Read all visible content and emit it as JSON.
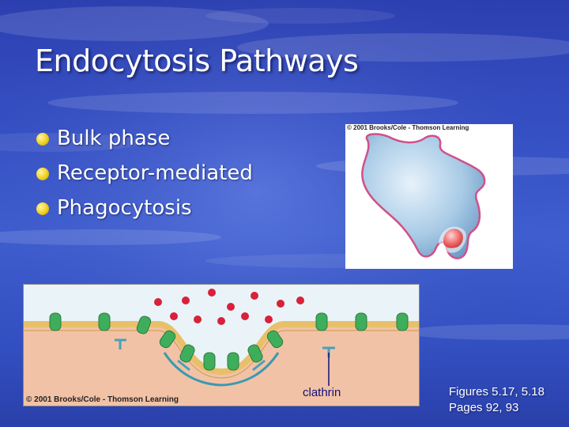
{
  "slide": {
    "title": "Endocytosis Pathways",
    "bullets": [
      "Bulk phase",
      "Receptor-mediated",
      "Phagocytosis"
    ],
    "cell_figure": {
      "credit": "© 2001 Brooks/Cole - Thomson Learning"
    },
    "membrane_figure": {
      "credit": "© 2001 Brooks/Cole - Thomson Learning",
      "label": "clathrin"
    },
    "references": [
      "Figures 5.17, 5.18",
      "Pages 92, 93"
    ]
  },
  "colors": {
    "background": "#3550c4",
    "title_text": "#ffffff",
    "bullet": "#f0d020",
    "cytoplasm": "#f2c2a6",
    "membrane": "#e8c06a",
    "receptor_green": "#3fae5c",
    "ligand_red": "#d8213a",
    "clathrin_label": "#10107a"
  }
}
